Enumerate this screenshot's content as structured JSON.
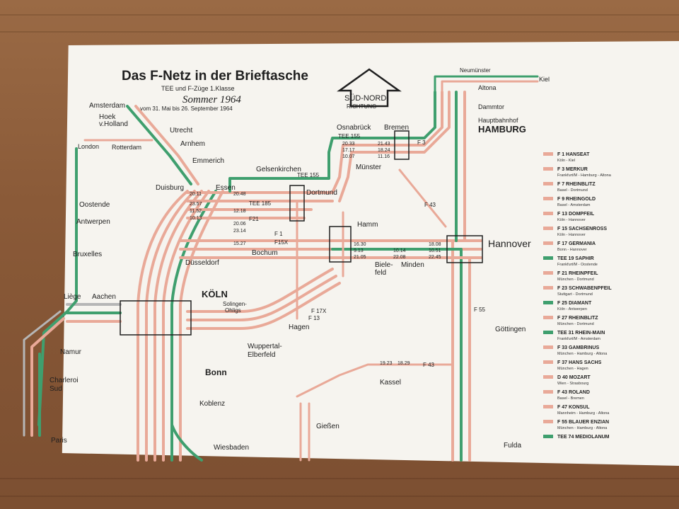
{
  "title": "Das F-Netz in der Brieftasche",
  "subtitle": "TEE und F-Züge 1.Klasse",
  "season": "Sommer 1964",
  "validity": "vom 31. Mai bis 26. September 1964",
  "direction": {
    "line1": "SÜD-NORD",
    "line2": "RICHTUNG"
  },
  "cities": {
    "amsterdam": "Amsterdam",
    "hoek": "Hoek",
    "holland": "v.Holland",
    "utrecht": "Utrecht",
    "arnhem": "Arnhem",
    "emmerich": "Emmerich",
    "london": "London",
    "rotterdam": "Rotterdam",
    "oostende": "Oostende",
    "antwerpen": "Antwerpen",
    "bruxelles": "Bruxelles",
    "liege": "Liège",
    "aachen": "Aachen",
    "namur": "Namur",
    "charleroi": "Charleroi",
    "sud": "Sud",
    "paris": "Paris",
    "duisburg": "Duisburg",
    "essen": "Essen",
    "gelsenkirchen": "Gelsenkirchen",
    "dortmund": "Dortmund",
    "bochum": "Bochum",
    "duesseldorf": "Düsseldorf",
    "koeln": "KÖLN",
    "solingen": "Solingen-",
    "ohligs": "Ohligs",
    "wuppertal": "Wuppertal-",
    "elberfeld": "Elberfeld",
    "hagen": "Hagen",
    "bonn": "Bonn",
    "koblenz": "Koblenz",
    "wiesbaden": "Wiesbaden",
    "osnabrueck": "Osnabrück",
    "bremen": "Bremen",
    "muenster": "Münster",
    "hamm": "Hamm",
    "bielefeld": "Biele-",
    "feld": "feld",
    "minden": "Minden",
    "hannover": "Hannover",
    "goettingen": "Göttingen",
    "kassel": "Kassel",
    "giessen": "Gießen",
    "fulda": "Fulda",
    "hamburg": "HAMBURG",
    "hbf": "Hauptbahnhof",
    "dammtor": "Dammtor",
    "altona": "Altona",
    "neumuenster": "Neumünster",
    "kiel": "Kiel"
  },
  "train_labels": {
    "tee155": "TEE 155",
    "f3": "F 3",
    "f43": "F 43",
    "f55": "F 55",
    "f13": "F 13",
    "f17x": "F 17X",
    "f15x": "F15X",
    "f1": "F 1",
    "f21": "F21",
    "tee185": "TEE 185"
  },
  "times": {
    "osna": [
      "20.33",
      "17.17",
      "10.07"
    ],
    "bremen": [
      "21.43",
      "18.24",
      "11.16"
    ],
    "hamm": [
      "16.30",
      "9.13",
      "21.05"
    ],
    "minden": [
      "10.14",
      "22.08"
    ],
    "hannover": [
      "18.08",
      "10.51",
      "22.45"
    ],
    "kassel": [
      "19.23",
      "18.29"
    ],
    "essen": [
      "20.48",
      "12.18",
      "20.06",
      "23.14",
      "15.27"
    ],
    "duisburg": [
      "20.11",
      "23.57",
      "11.52",
      "10.13"
    ]
  },
  "legend": [
    {
      "code": "F 1",
      "name": "HANSEAT",
      "sub": "Köln - Kiel",
      "color": "#e9a998"
    },
    {
      "code": "F 3",
      "name": "MERKUR",
      "sub": "Frankfurt/M - Hamburg - Altona",
      "color": "#e9a998"
    },
    {
      "code": "F 7",
      "name": "RHEINBLITZ",
      "sub": "Basel - Dortmund",
      "color": "#e9a998"
    },
    {
      "code": "F 9",
      "name": "RHEINGOLD",
      "sub": "Basel - Amsterdam",
      "color": "#e9a998"
    },
    {
      "code": "F 13",
      "name": "DOMPFEIL",
      "sub": "Köln - Hannover",
      "color": "#e9a998"
    },
    {
      "code": "F 15",
      "name": "SACHSENROSS",
      "sub": "Köln - Hannover",
      "color": "#e9a998"
    },
    {
      "code": "F 17",
      "name": "GERMANIA",
      "sub": "Bonn - Hannover",
      "color": "#e9a998"
    },
    {
      "code": "TEE 19",
      "name": "SAPHIR",
      "sub": "Frankfurt/M - Oostende",
      "color": "#3f9f6e"
    },
    {
      "code": "F 21",
      "name": "RHEINPFEIL",
      "sub": "München - Dortmund",
      "color": "#e9a998"
    },
    {
      "code": "F 23",
      "name": "SCHWABENPFEIL",
      "sub": "Stuttgart - Dortmund",
      "color": "#e9a998"
    },
    {
      "code": "F 25",
      "name": "DIAMANT",
      "sub": "Köln - Antwerpen",
      "color": "#3f9f6e"
    },
    {
      "code": "F 27",
      "name": "RHEINBLITZ",
      "sub": "München - Dortmund",
      "color": "#e9a998"
    },
    {
      "code": "TEE 31",
      "name": "RHEIN-MAIN",
      "sub": "Frankfurt/M - Amsterdam",
      "color": "#3f9f6e"
    },
    {
      "code": "F 33",
      "name": "GAMBRINUS",
      "sub": "München - Hamburg - Altona",
      "color": "#e9a998"
    },
    {
      "code": "F 37",
      "name": "HANS SACHS",
      "sub": "München - Hagen",
      "color": "#e9a998"
    },
    {
      "code": "D 40",
      "name": "MOZART",
      "sub": "Wien - Strasbourg",
      "color": "#e9a998"
    },
    {
      "code": "F 43",
      "name": "ROLAND",
      "sub": "Basel - Bremen",
      "color": "#e9a998"
    },
    {
      "code": "F 47",
      "name": "KONSUL",
      "sub": "Mannheim - Hamburg - Altona",
      "color": "#e9a998"
    },
    {
      "code": "F 55",
      "name": "BLAUER ENZIAN",
      "sub": "München - Hamburg - Altona",
      "color": "#e9a998"
    },
    {
      "code": "TEE 74",
      "name": "MEDIOLANUM",
      "sub": "",
      "color": "#3f9f6e"
    }
  ],
  "colors": {
    "pink": "#e9a998",
    "green": "#3f9f6e",
    "grey": "#b6b6b6",
    "ink": "#1f1f1f"
  }
}
